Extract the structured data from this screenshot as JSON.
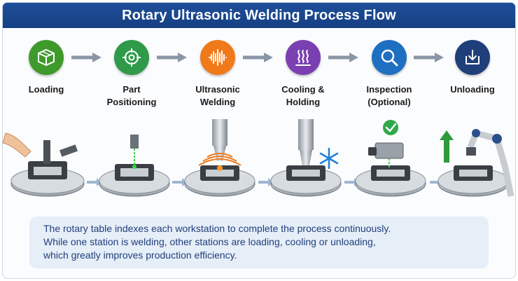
{
  "title": "Rotary Ultrasonic Welding Process Flow",
  "steps": [
    {
      "line1": "Loading",
      "line2": "",
      "color": "#3f9a2c",
      "icon": "package-icon"
    },
    {
      "line1": "Part",
      "line2": "Positioning",
      "color": "#2f9a4a",
      "icon": "crosshair-icon"
    },
    {
      "line1": "Ultrasonic",
      "line2": "Welding",
      "color": "#f07a1a",
      "icon": "sound-wave-icon"
    },
    {
      "line1": "Cooling &",
      "line2": "Holding",
      "color": "#7a3fb0",
      "icon": "heat-waves-icon"
    },
    {
      "line1": "Inspection",
      "line2": "(Optional)",
      "color": "#1f6fc0",
      "icon": "magnifier-icon"
    },
    {
      "line1": "Unloading",
      "line2": "",
      "color": "#1f3f7a",
      "icon": "download-tray-icon"
    }
  ],
  "note": {
    "line1": "The rotary table indexes each workstation to complete the process continuously.",
    "line2": "While one station is welding, other stations are loading, cooling or unloading,",
    "line3": "which greatly improves production efficiency."
  }
}
